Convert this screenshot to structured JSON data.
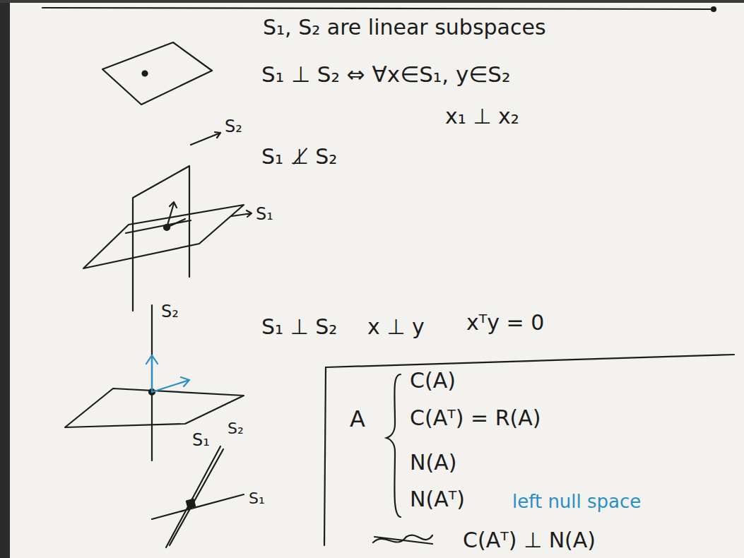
{
  "diagram": {
    "title": "S₁, S₂ are linear subspaces",
    "nodes": [
      {
        "text": [
          "A",
          "C(A)",
          "C(Aᵀ) = R(A)",
          "N(A)",
          "N(Aᵀ)",
          "left null space"
        ]
      }
    ],
    "labels": [
      "S₁ ⊥ S₂ ⇔ ∀x∈S₁, y∈S₂",
      "x₁ ⊥ x₂",
      "S₂",
      "S₁",
      "S₁ ⊥̸ S₂",
      "S₂",
      "S₁",
      "S₁ ⊥ S₂",
      "x ⊥ y",
      "xᵀy = 0",
      "S₂",
      "S₁",
      "C(Aᵀ) ⊥ N(A)"
    ]
  }
}
